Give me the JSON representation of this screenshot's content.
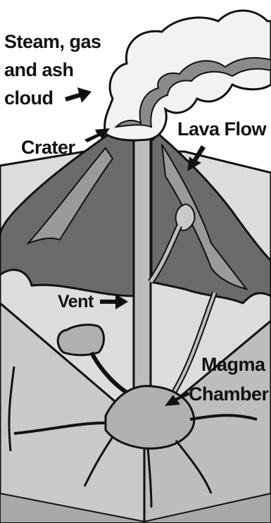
{
  "labels": {
    "cloud_line1": "Steam, gas",
    "cloud_line2": "and ash",
    "cloud_line3": "cloud",
    "crater": "Crater",
    "lava_flow": "Lava Flow",
    "vent": "Vent",
    "magma_line1": "Magma",
    "magma_line2": "Chamber"
  },
  "colors": {
    "outline": "#111111",
    "ground_dark": "#6b6b6b",
    "ground_mid": "#9a9a9a",
    "ground_light": "#c9c9c9",
    "ground_pale": "#dcdcdc",
    "cloud": "#f2f2f2",
    "cloud_shadow": "#8a8a8a",
    "magma": "#b0b0b0"
  }
}
